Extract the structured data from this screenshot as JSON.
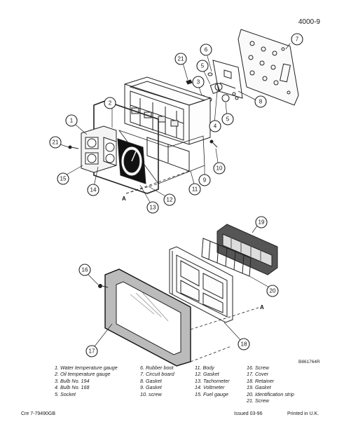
{
  "page_number": "4000-9",
  "figure_id": "B861764R",
  "view_marker": "A",
  "callouts": {
    "c1": "1",
    "c2": "2",
    "c3": "3",
    "c4": "4",
    "c5a": "5",
    "c5b": "5",
    "c6": "6",
    "c7": "7",
    "c8": "8",
    "c9": "9",
    "c10": "10",
    "c11": "11",
    "c12": "12",
    "c13": "13",
    "c14": "14",
    "c15": "15",
    "c16": "16",
    "c17": "17",
    "c18": "18",
    "c19": "19",
    "c20": "20",
    "c21a": "21",
    "c21b": "21"
  },
  "legend": {
    "col1": [
      "1.  Water temperature gauge",
      "2.  Oil temperature gauge",
      "3.  Bulb No. 194",
      "4.  Bulb No. 168",
      "5.  Socket"
    ],
    "col2": [
      "6.  Rubber boot",
      "7.  Circuit board",
      "8.  Gasket",
      "9.  Gasket",
      "10.  screw"
    ],
    "col3": [
      "11.  Body",
      "12.  Gasket",
      "13.  Tachometer",
      "14.  Voltmeter",
      "15.  Fuel gauge"
    ],
    "col4": [
      "16.  Screw",
      "17.  Cover",
      "18.  Retainer",
      "19.  Gasket",
      "20.  Identification strip",
      "21.  Screw"
    ]
  },
  "footer": {
    "left": "Cre 7-79490GB",
    "center": "Issued 03-96",
    "right": "Printed in U.K."
  }
}
